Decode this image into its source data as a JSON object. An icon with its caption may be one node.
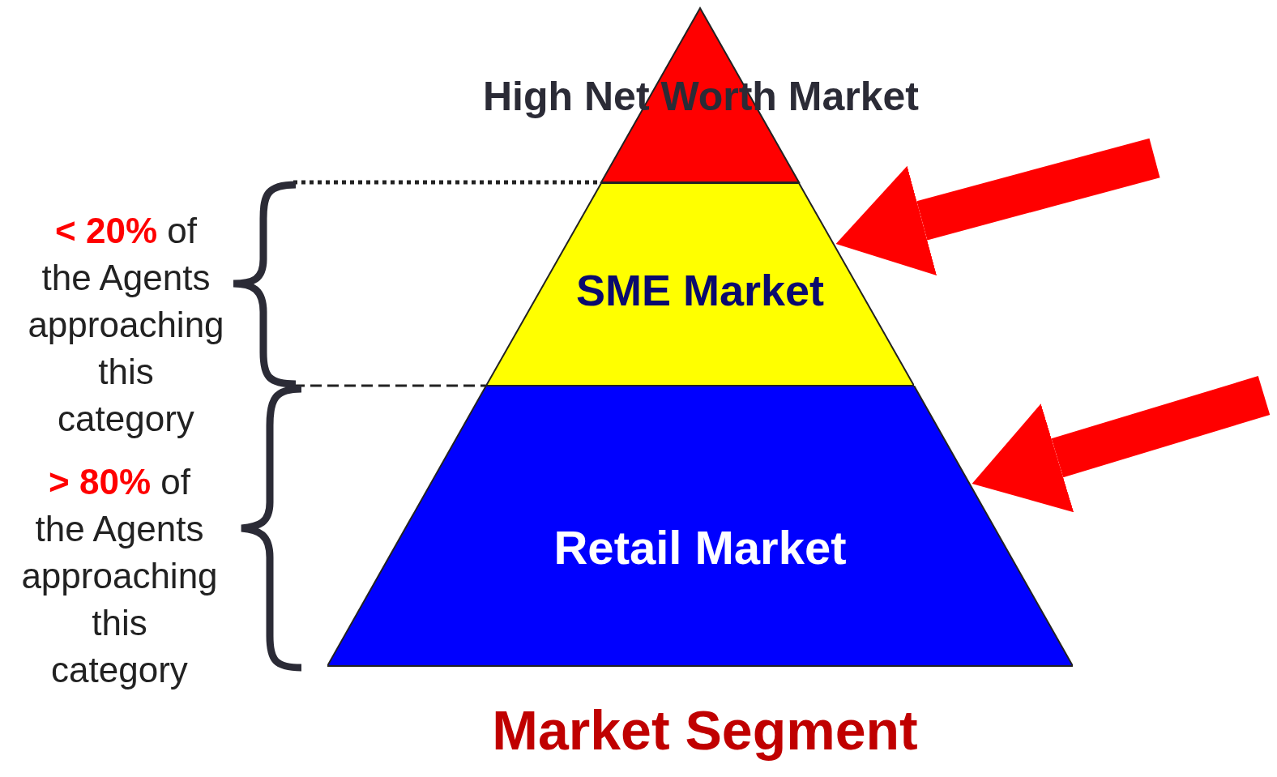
{
  "diagram": {
    "caption": "Market Segment",
    "nodes": [
      {
        "text": [
          "High Net Worth Market"
        ]
      },
      {
        "text": [
          "SME Market"
        ]
      },
      {
        "text": [
          "Retail Market"
        ]
      }
    ],
    "edges": [
      {
        "from": null,
        "to": 1,
        "arrow": "to"
      },
      {
        "from": null,
        "to": 2,
        "arrow": "to"
      }
    ],
    "labels": [
      "**< 20%** of the Agents approaching this category",
      "**> 80%** of the Agents approaching this category"
    ]
  }
}
